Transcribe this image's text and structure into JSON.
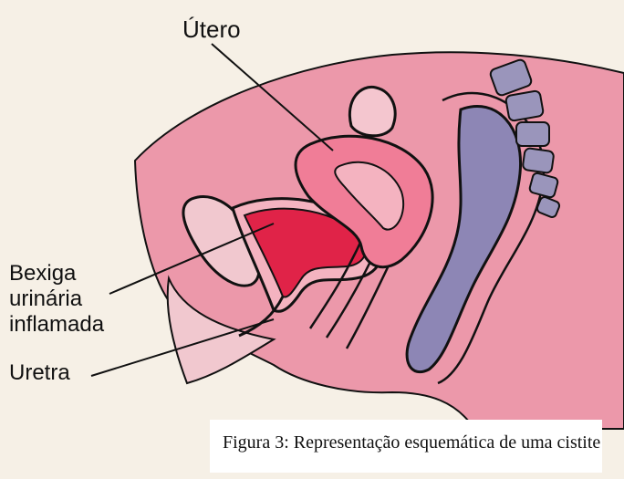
{
  "labels": {
    "utero": "Útero",
    "bexiga_line1": "Bexiga",
    "bexiga_line2": "urinária",
    "bexiga_line3": "inflamada",
    "uretra": "Uretra"
  },
  "caption": "Figura 3: Representação esquemática de uma cistite",
  "colors": {
    "background": "#f6f0e6",
    "body_tissue": "#ec98aa",
    "uterus": "#f07d97",
    "bladder_inflamed": "#e02348",
    "rectum": "#8d86b5",
    "spine": "#9a95bb",
    "outline": "#111111"
  }
}
